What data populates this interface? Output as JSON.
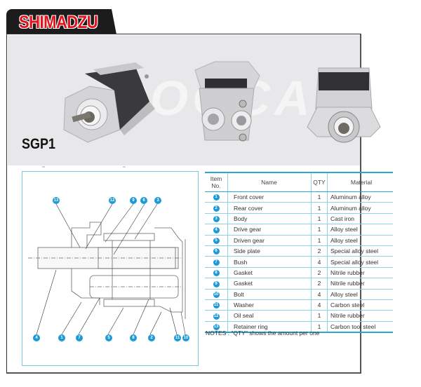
{
  "brand": {
    "name": "SHIMADZU",
    "color": "#e3121b"
  },
  "product": {
    "model": "SGP1",
    "watermark": "POOCA"
  },
  "photos": [
    {
      "label": "pump-front-three-quarter-view"
    },
    {
      "label": "pump-port-side-view"
    },
    {
      "label": "pump-shaft-end-view"
    }
  ],
  "diagram": {
    "callouts_top": [
      "13",
      "12",
      "9",
      "6",
      "3"
    ],
    "callouts_bottom": [
      "4",
      "1",
      "7",
      "5",
      "8",
      "2",
      "11",
      "10"
    ],
    "accent": "#1c9ad6"
  },
  "table": {
    "headers": {
      "item_no": "Item No.",
      "name": "Name",
      "qty": "QTY",
      "material": "Material"
    },
    "rows": [
      {
        "no": "1",
        "name": "Front cover",
        "qty": "1",
        "material": "Aluminum alloy"
      },
      {
        "no": "2",
        "name": "Rear cover",
        "qty": "1",
        "material": "Aluminum alloy"
      },
      {
        "no": "3",
        "name": "Body",
        "qty": "1",
        "material": "Cast iron"
      },
      {
        "no": "4",
        "name": "Drive gear",
        "qty": "1",
        "material": "Alloy steel"
      },
      {
        "no": "5",
        "name": "Driven gear",
        "qty": "1",
        "material": "Alloy steel"
      },
      {
        "no": "6",
        "name": "Side plate",
        "qty": "2",
        "material": "Special alloy steel"
      },
      {
        "no": "7",
        "name": "Bush",
        "qty": "4",
        "material": "Special alloy steel"
      },
      {
        "no": "8",
        "name": "Gasket",
        "qty": "2",
        "material": "Nitrile rubber"
      },
      {
        "no": "9",
        "name": "Gasket",
        "qty": "2",
        "material": "Nitrile rubber"
      },
      {
        "no": "10",
        "name": "Bolt",
        "qty": "4",
        "material": "Alloy steel"
      },
      {
        "no": "11",
        "name": "Washer",
        "qty": "4",
        "material": "Carbon steel"
      },
      {
        "no": "12",
        "name": "Oil seal",
        "qty": "1",
        "material": "Nitrile rubber"
      },
      {
        "no": "13",
        "name": "Retainer ring",
        "qty": "1",
        "material": "Carbon tool steel"
      }
    ],
    "notes": "NOTES : \"QTY\" shows the amount per one"
  }
}
